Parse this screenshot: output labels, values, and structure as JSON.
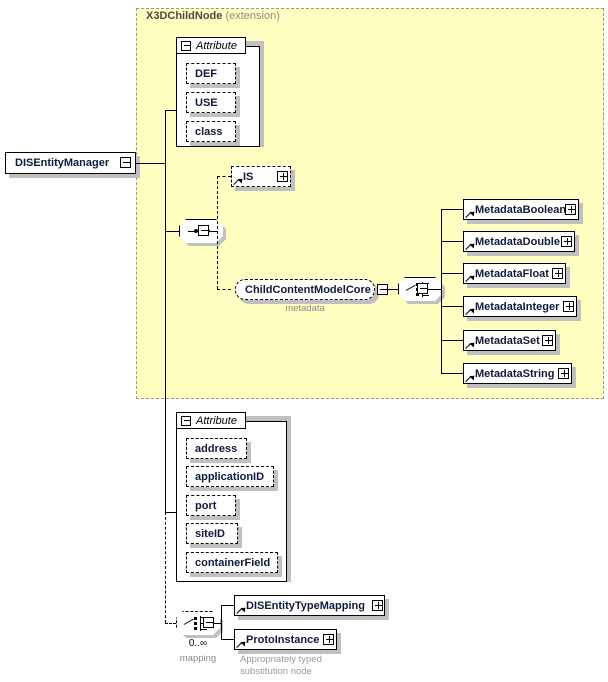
{
  "diagram": {
    "type": "xml-schema-element-diagram",
    "root_element": {
      "name": "DISEntityManager",
      "toggle": "minus"
    },
    "extension_region": {
      "base_type": "X3DChildNode",
      "qualifier": "(extension)",
      "background": "#ffffc2"
    },
    "attribute_groups": [
      {
        "id": "inherited-attributes",
        "header": "Attribute",
        "toggle": "minus",
        "items": [
          {
            "name": "DEF"
          },
          {
            "name": "USE"
          },
          {
            "name": "class"
          }
        ]
      },
      {
        "id": "own-attributes",
        "header": "Attribute",
        "toggle": "minus",
        "items": [
          {
            "name": "address"
          },
          {
            "name": "applicationID"
          },
          {
            "name": "port"
          },
          {
            "name": "siteID"
          },
          {
            "name": "containerField"
          }
        ]
      }
    ],
    "model_groups": [
      {
        "id": "content-sequence",
        "kind": "sequence",
        "toggle": "minus",
        "occurrence": "",
        "label": ""
      },
      {
        "id": "metadata-choice",
        "kind": "choice",
        "toggle": "minus",
        "occurrence": "",
        "label": ""
      },
      {
        "id": "mapping-choice",
        "kind": "choice",
        "toggle": "minus",
        "occurrence": "0..∞",
        "label": "mapping",
        "optional": true
      }
    ],
    "nodes": {
      "is_element": {
        "name": "IS",
        "toggle": "plus",
        "optional": true,
        "reference": true
      },
      "child_content_model": {
        "name": "ChildContentModelCore",
        "toggle": "minus",
        "group_label": "metadata",
        "optional": true
      },
      "metadata_children": [
        {
          "name": "MetadataBoolean",
          "toggle": "plus",
          "reference": true
        },
        {
          "name": "MetadataDouble",
          "toggle": "plus",
          "reference": true
        },
        {
          "name": "MetadataFloat",
          "toggle": "plus",
          "reference": true
        },
        {
          "name": "MetadataInteger",
          "toggle": "plus",
          "reference": true
        },
        {
          "name": "MetadataSet",
          "toggle": "plus",
          "reference": true
        },
        {
          "name": "MetadataString",
          "toggle": "plus",
          "reference": true
        }
      ],
      "mapping_children": [
        {
          "name": "DISEntityTypeMapping",
          "toggle": "plus",
          "reference": true,
          "annotation": ""
        },
        {
          "name": "ProtoInstance",
          "toggle": "plus",
          "reference": true,
          "annotation": "Appropriately typed\nsubstitution node"
        }
      ]
    },
    "annotations": {
      "proto_instance_note_line1": "Appropriately typed",
      "proto_instance_note_line2": "substitution node"
    },
    "colors": {
      "extension_fill": "#ffffc2",
      "extension_border": "#9a9a8a",
      "node_label": "#121a3c",
      "annotation_gray": "#9a9a9a",
      "shadow": "#c0c0c0",
      "line": "#000000"
    }
  }
}
